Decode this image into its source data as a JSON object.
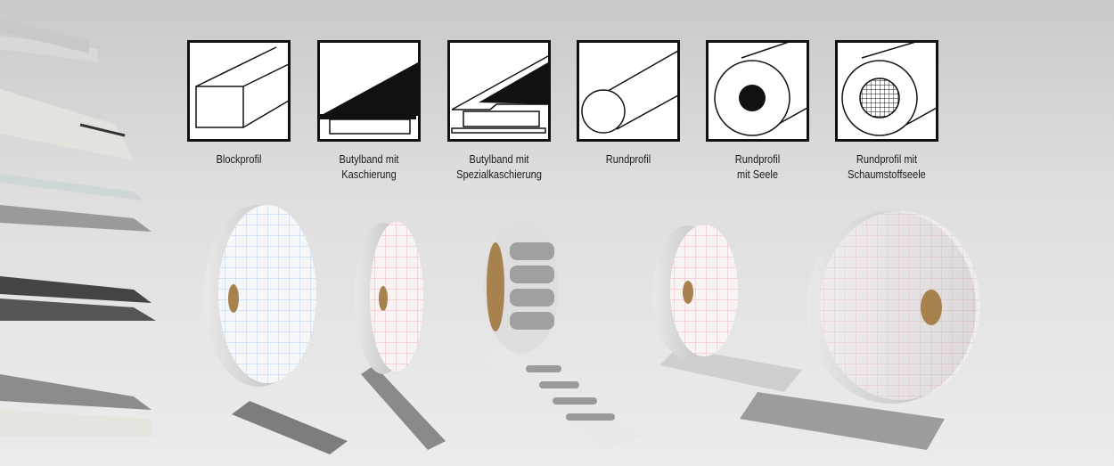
{
  "profiles": [
    {
      "label_line1": "Blockprofil",
      "label_line2": ""
    },
    {
      "label_line1": "Butylband mit",
      "label_line2": "Kaschierung"
    },
    {
      "label_line1": "Butylband mit",
      "label_line2": "Spezialkaschierung"
    },
    {
      "label_line1": "Rundprofil",
      "label_line2": ""
    },
    {
      "label_line1": "Rundprofil",
      "label_line2": "mit Seele"
    },
    {
      "label_line1": "Rundprofil mit",
      "label_line2": "Schaumstoffseele"
    }
  ],
  "colors": {
    "grid_blue": "#7fb0e0",
    "grid_red": "#e88a9a",
    "butyl_grey": "#8a8a8a"
  }
}
